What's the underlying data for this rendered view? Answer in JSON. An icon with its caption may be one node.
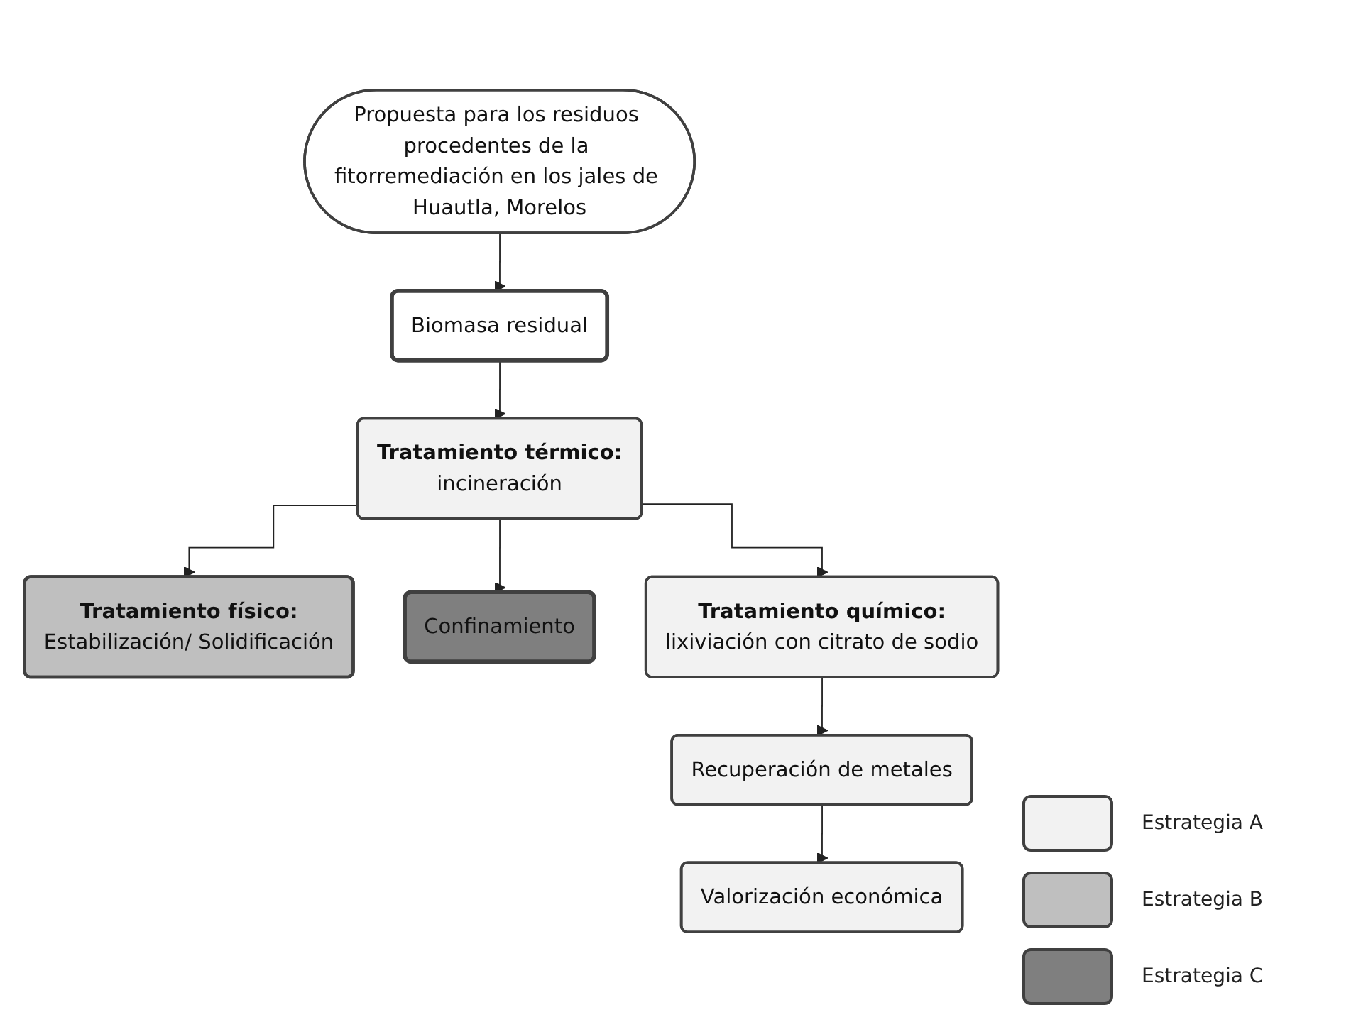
{
  "diagram": {
    "nodes": [
      {
        "text": [
          "Propuesta para los residuos procedentes de la fitorremediación en los jales de Huautla, Morelos"
        ]
      },
      {
        "text": [
          "Biomasa residual"
        ]
      },
      {
        "text": [
          "Tratamiento térmico:",
          "incineración"
        ]
      },
      {
        "text": [
          "Tratamiento físico:",
          "Estabilización/ Solidificación"
        ]
      },
      {
        "text": [
          "Confinamiento"
        ]
      },
      {
        "text": [
          "Tratamiento químico:",
          "lixiviación con citrato de sodio"
        ]
      },
      {
        "text": [
          "Recuperación de metales"
        ]
      },
      {
        "text": [
          "Valorización económica"
        ]
      }
    ],
    "edges": [
      {
        "from": 0,
        "to": 1,
        "arrow": "to"
      },
      {
        "from": 1,
        "to": 2,
        "arrow": "to"
      },
      {
        "from": 2,
        "to": 3,
        "arrow": "to"
      },
      {
        "from": 2,
        "to": 4,
        "arrow": "to"
      },
      {
        "from": 2,
        "to": 5,
        "arrow": "to"
      },
      {
        "from": 5,
        "to": 6,
        "arrow": "to"
      },
      {
        "from": 6,
        "to": 7,
        "arrow": "to"
      }
    ],
    "legend": [
      {
        "text": "Estrategia A",
        "color": "#f2f2f2"
      },
      {
        "text": "Estrategia B",
        "color": "#bfbfbf"
      },
      {
        "text": "Estrategia C",
        "color": "#7f7f7f"
      }
    ]
  }
}
